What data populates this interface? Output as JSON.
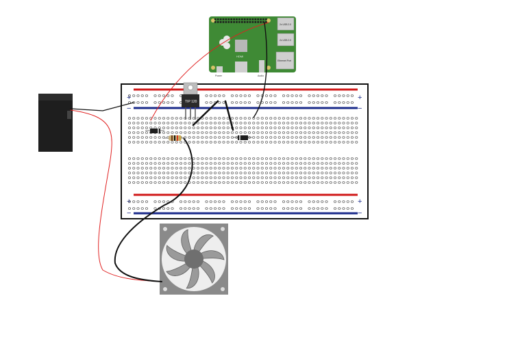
{
  "diagram": {
    "breadboard": {
      "rail_plus": "+",
      "rail_minus": "−",
      "colors": {
        "red": "#d01818",
        "blue": "#1a2a8a",
        "hole": "#5a5a5a",
        "frame": "#111111"
      }
    },
    "transistor": {
      "label": "TIP 120",
      "color": "#2a2a2a"
    },
    "raspberry_pi": {
      "board_color": "#3f8a35",
      "label_hdmi": "HDMI",
      "label_power": "Power",
      "label_audio": "Audio",
      "label_usb1": "2x USB 2.0",
      "label_usb2": "2x USB 2.0",
      "label_ethernet": "Ethernet Port"
    },
    "battery": {
      "color": "#1e1e1e"
    },
    "fan": {
      "color": "#7a7a7a"
    },
    "wires": {
      "red": "#e02020",
      "black": "#111111"
    }
  }
}
